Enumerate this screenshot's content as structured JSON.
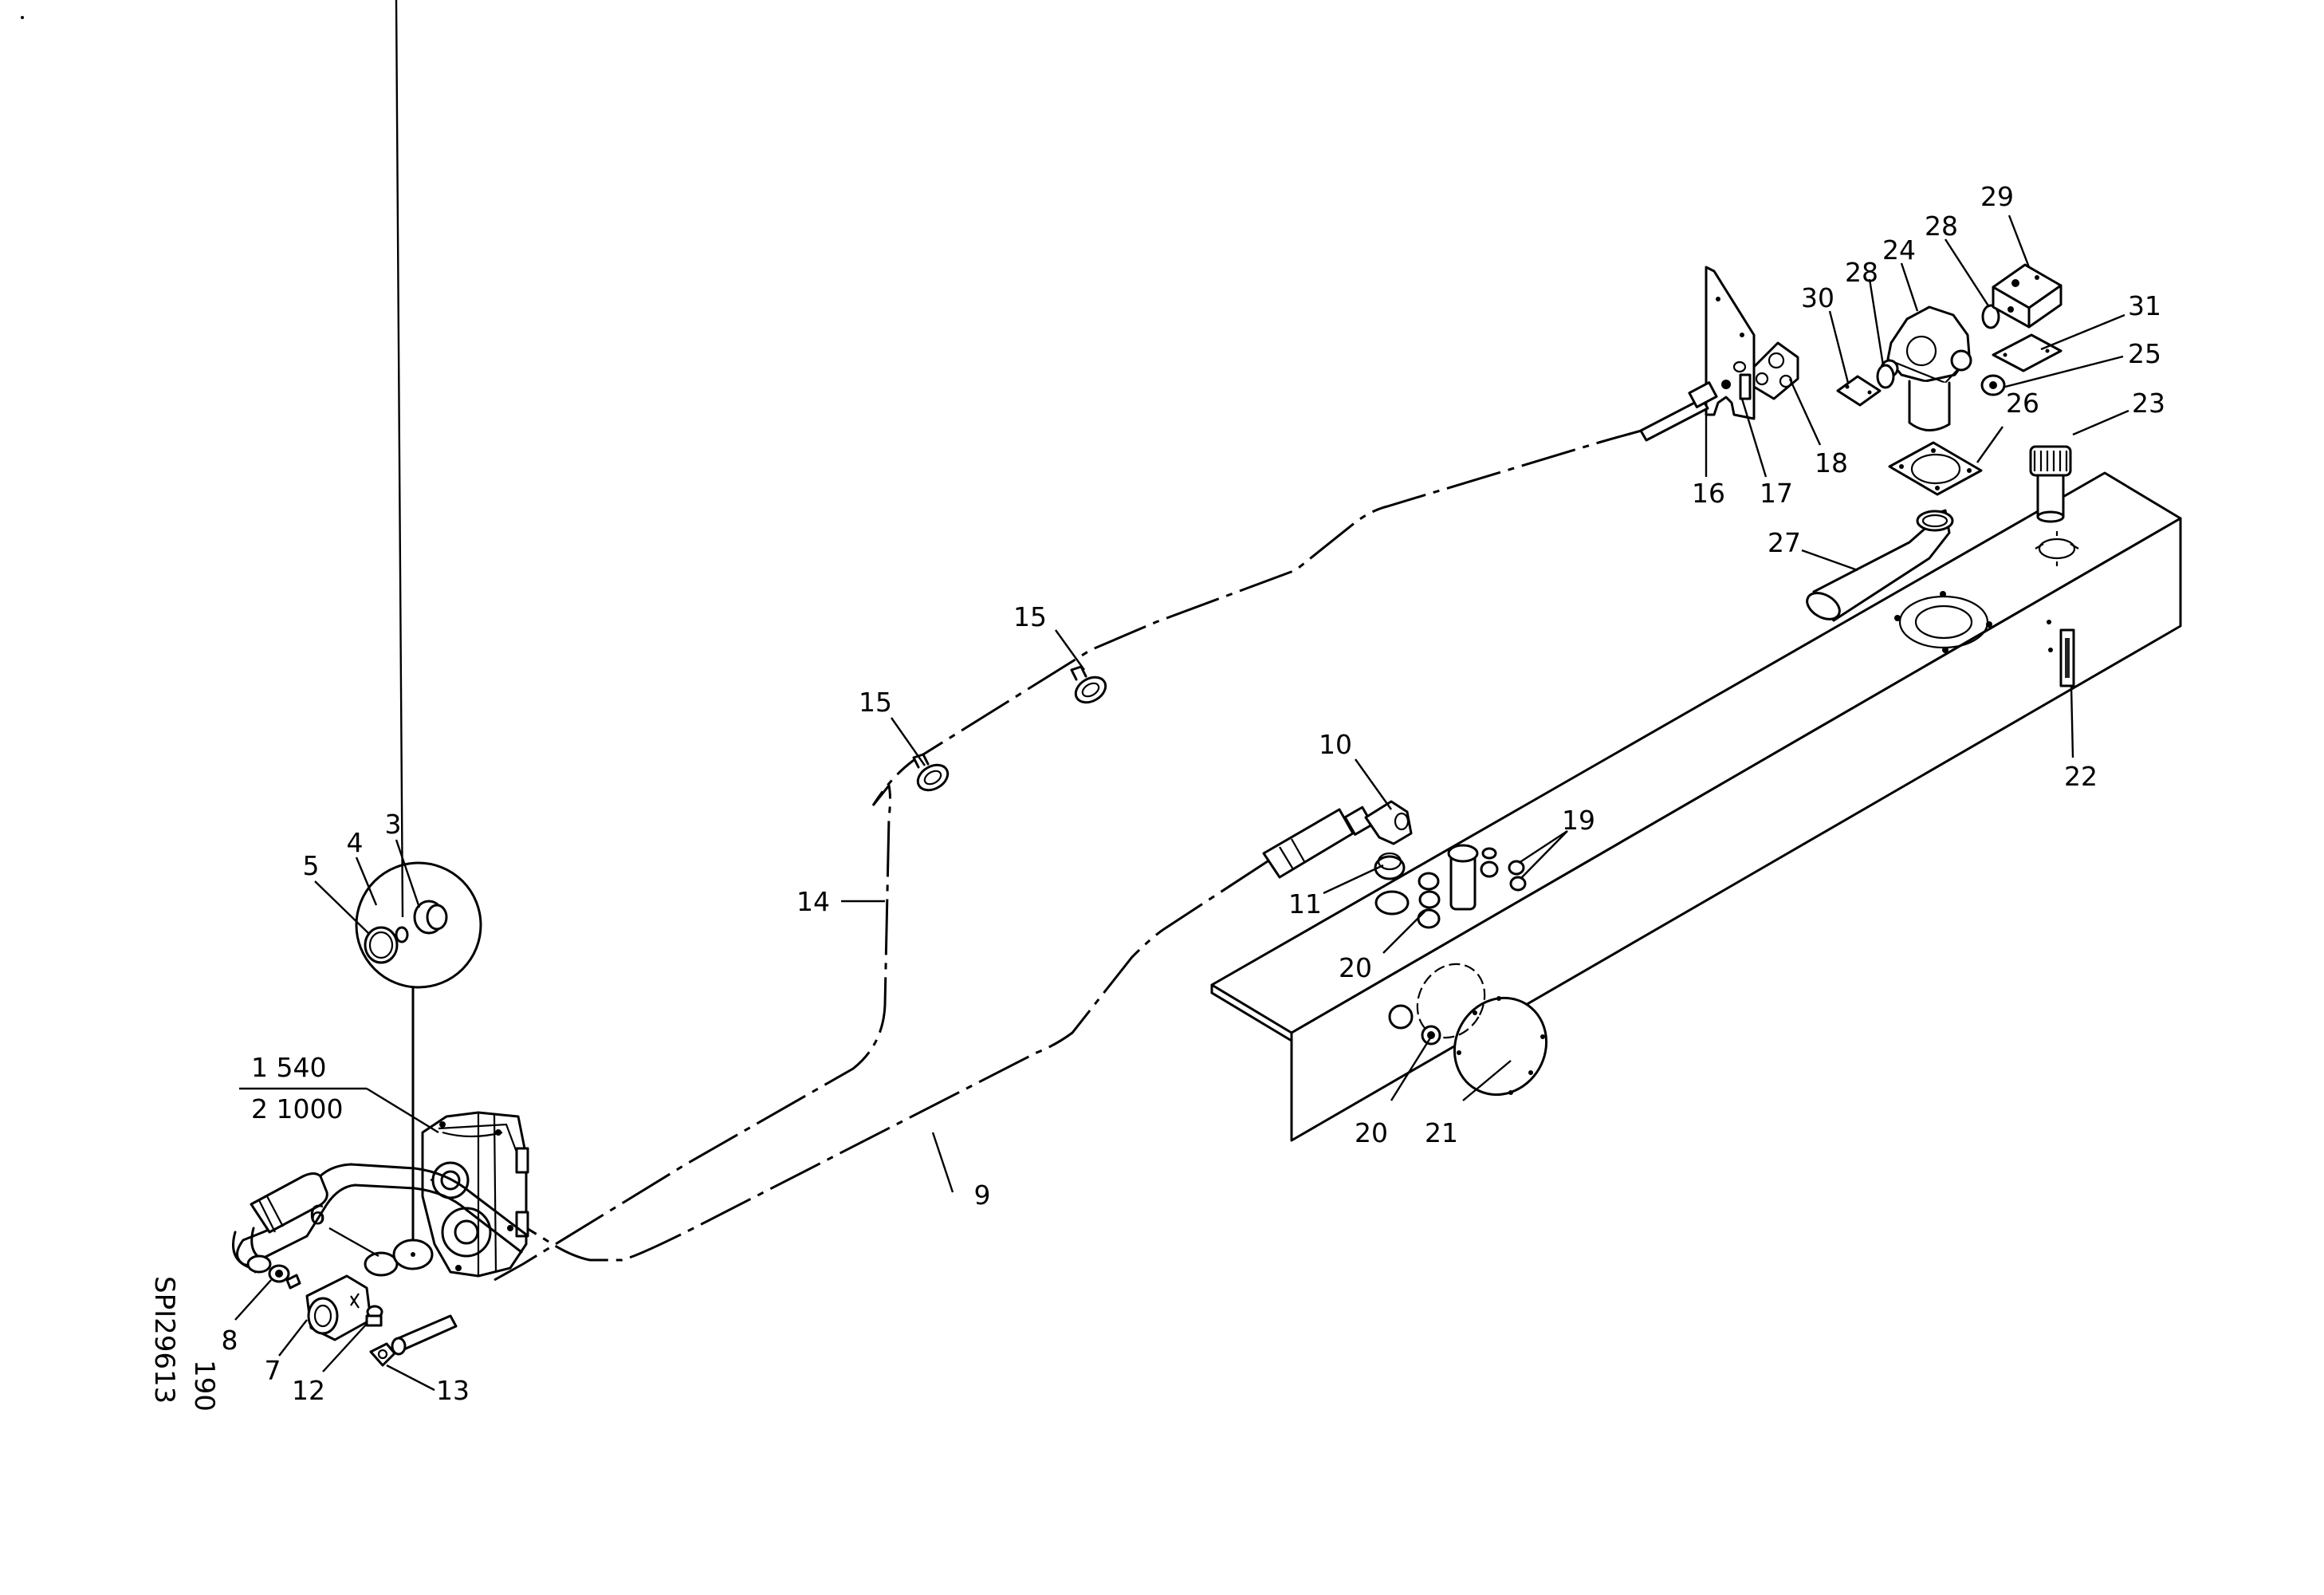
{
  "diagram": {
    "drawing_code": "SPI29613",
    "drawing_sub_code": "190",
    "pump_spec": [
      "1 540",
      "2 1000"
    ],
    "callouts": [
      {
        "id": "c3",
        "text": "3"
      },
      {
        "id": "c4",
        "text": "4"
      },
      {
        "id": "c5",
        "text": "5"
      },
      {
        "id": "c6",
        "text": "6"
      },
      {
        "id": "c7",
        "text": "7"
      },
      {
        "id": "c8",
        "text": "8"
      },
      {
        "id": "c9",
        "text": "9"
      },
      {
        "id": "c10",
        "text": "10"
      },
      {
        "id": "c11",
        "text": "11"
      },
      {
        "id": "c12",
        "text": "12"
      },
      {
        "id": "c13",
        "text": "13"
      },
      {
        "id": "c14",
        "text": "14"
      },
      {
        "id": "c15a",
        "text": "15"
      },
      {
        "id": "c15b",
        "text": "15"
      },
      {
        "id": "c16",
        "text": "16"
      },
      {
        "id": "c17",
        "text": "17"
      },
      {
        "id": "c18",
        "text": "18"
      },
      {
        "id": "c19",
        "text": "19"
      },
      {
        "id": "c20a",
        "text": "20"
      },
      {
        "id": "c20b",
        "text": "20"
      },
      {
        "id": "c21",
        "text": "21"
      },
      {
        "id": "c22",
        "text": "22"
      },
      {
        "id": "c23",
        "text": "23"
      },
      {
        "id": "c24",
        "text": "24"
      },
      {
        "id": "c25",
        "text": "25"
      },
      {
        "id": "c26",
        "text": "26"
      },
      {
        "id": "c27",
        "text": "27"
      },
      {
        "id": "c28a",
        "text": "28"
      },
      {
        "id": "c28b",
        "text": "28"
      },
      {
        "id": "c29",
        "text": "29"
      },
      {
        "id": "c30",
        "text": "30"
      },
      {
        "id": "c31",
        "text": "31"
      }
    ]
  }
}
